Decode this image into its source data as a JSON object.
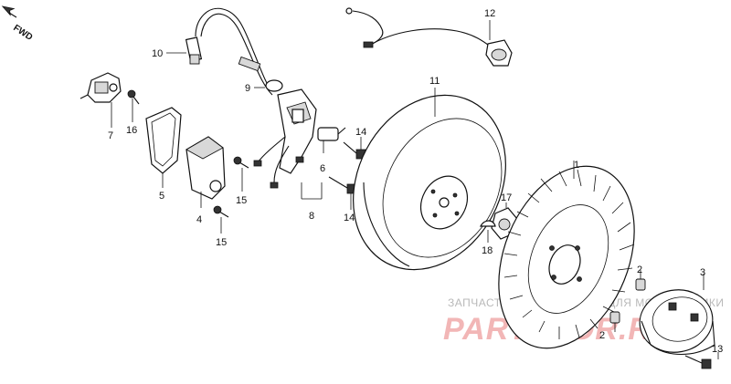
{
  "orientation": {
    "label": "FWD"
  },
  "parts": [
    {
      "id": "p1",
      "number": "1",
      "name": "cooling-fan"
    },
    {
      "id": "p2a",
      "number": "2",
      "name": "nut-upper"
    },
    {
      "id": "p2b",
      "number": "2",
      "name": "nut-lower"
    },
    {
      "id": "p3",
      "number": "3",
      "name": "starter-pulley"
    },
    {
      "id": "p4",
      "number": "4",
      "name": "cover"
    },
    {
      "id": "p5",
      "number": "5",
      "name": "gasket"
    },
    {
      "id": "p6",
      "number": "6",
      "name": "condenser"
    },
    {
      "id": "p7",
      "number": "7",
      "name": "contact-breaker"
    },
    {
      "id": "p8",
      "number": "8",
      "name": "ignition-coil-assembly"
    },
    {
      "id": "p9",
      "number": "9",
      "name": "grommet"
    },
    {
      "id": "p10",
      "number": "10",
      "name": "spark-plug-cap"
    },
    {
      "id": "p11",
      "number": "11",
      "name": "flywheel"
    },
    {
      "id": "p12",
      "number": "12",
      "name": "stop-switch-wire"
    },
    {
      "id": "p13",
      "number": "13",
      "name": "bolt"
    },
    {
      "id": "p14a",
      "number": "14",
      "name": "bolt-upper"
    },
    {
      "id": "p14b",
      "number": "14",
      "name": "bolt-lower"
    },
    {
      "id": "p15a",
      "number": "15",
      "name": "screw-upper"
    },
    {
      "id": "p15b",
      "number": "15",
      "name": "screw-lower"
    },
    {
      "id": "p16",
      "number": "16",
      "name": "screw"
    },
    {
      "id": "p17",
      "number": "17",
      "name": "flywheel-nut"
    },
    {
      "id": "p18",
      "number": "18",
      "name": "woodruff-key"
    }
  ],
  "watermark": {
    "tagline": "ЗАПЧАСТИ И АКСЕССУАРЫ ДЛЯ МОТОТЕХНИКИ",
    "brand": "PARTSFOR.RU"
  }
}
